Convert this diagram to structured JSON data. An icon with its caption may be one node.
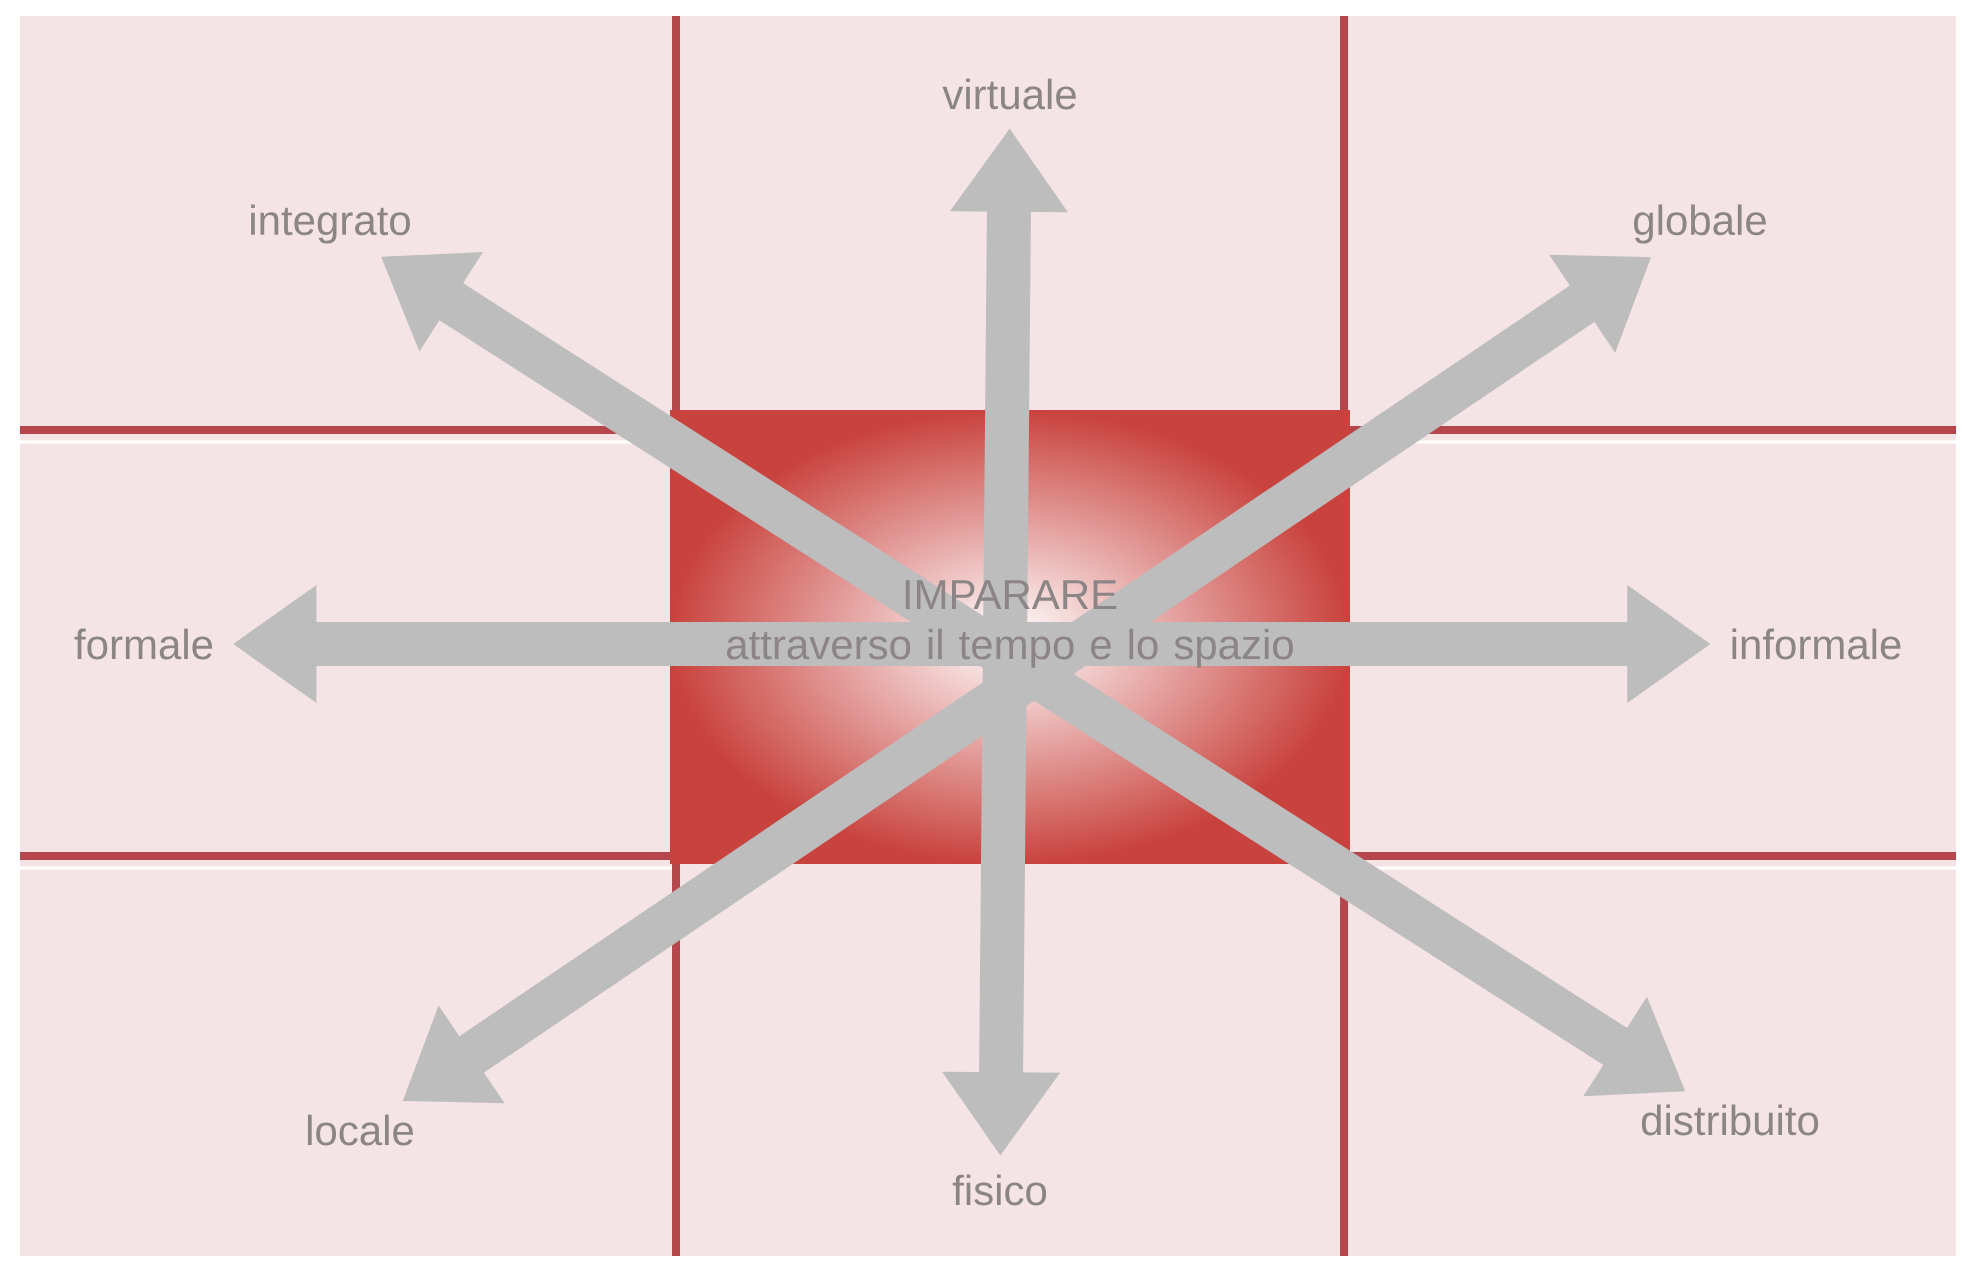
{
  "diagram": {
    "nodes": [
      {
        "text": [
          "virtuale"
        ]
      },
      {
        "text": [
          "integrato"
        ]
      },
      {
        "text": [
          "globale"
        ]
      },
      {
        "text": [
          "IMPARARE",
          "attraverso il tempo e lo spazio"
        ]
      },
      {
        "text": [
          "formale"
        ]
      },
      {
        "text": [
          "informale"
        ]
      },
      {
        "text": [
          "locale"
        ]
      },
      {
        "text": [
          "distribuito"
        ]
      },
      {
        "text": [
          "fisico"
        ]
      }
    ],
    "edges": [
      {
        "from": 0,
        "to": 8,
        "arrow": "both"
      },
      {
        "from": 1,
        "to": 7,
        "arrow": "both"
      },
      {
        "from": 2,
        "to": 6,
        "arrow": "both"
      },
      {
        "from": 4,
        "to": 5,
        "arrow": "both"
      }
    ]
  }
}
